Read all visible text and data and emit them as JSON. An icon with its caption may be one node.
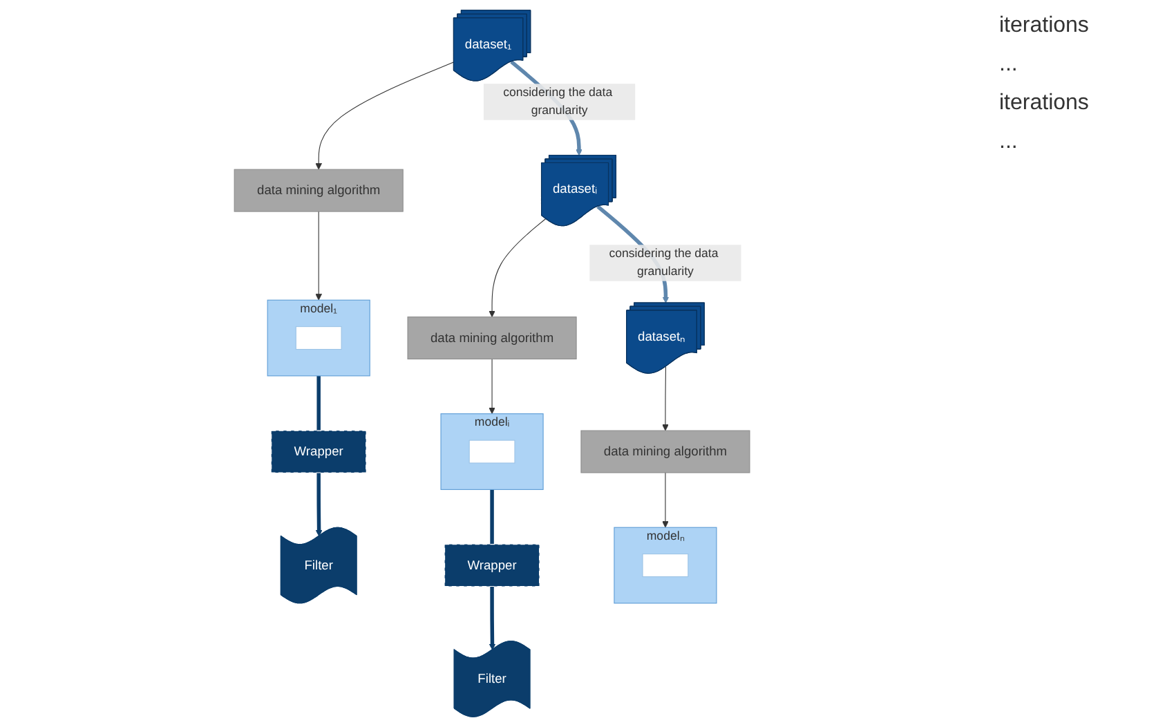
{
  "diagram": {
    "nodes": [
      {
        "text": [
          "dataset₁"
        ]
      },
      {
        "text": [
          "data mining algorithm"
        ]
      },
      {
        "text": [
          "model₁"
        ]
      },
      {
        "text": [],
        "shape": "box",
        "in": 2
      },
      {
        "text": [
          "datasetᵢ"
        ]
      },
      {
        "text": [
          "data mining algorithm"
        ]
      },
      {
        "text": [
          "modelᵢ"
        ]
      },
      {
        "text": [],
        "shape": "box",
        "in": 6
      },
      {
        "text": [
          "datasetₙ"
        ]
      },
      {
        "text": [
          "data mining algorithm"
        ]
      },
      {
        "text": [
          "modelₙ"
        ]
      },
      {
        "text": [],
        "shape": "box",
        "in": 10
      },
      {
        "text": [
          "Filter"
        ]
      },
      {
        "text": [
          "Wrapper"
        ]
      },
      {
        "text": [
          "Filter"
        ]
      },
      {
        "text": [
          "Wrapper"
        ]
      }
    ],
    "edges": [
      {
        "from": 0,
        "to": 1,
        "arrow": "to"
      },
      {
        "from": 1,
        "to": 2,
        "arrow": "to"
      },
      {
        "from": 4,
        "to": 5,
        "arrow": "to"
      },
      {
        "from": 5,
        "to": 6,
        "arrow": "to"
      },
      {
        "from": 8,
        "to": 9,
        "arrow": "to"
      },
      {
        "from": 9,
        "to": 10,
        "arrow": "to"
      },
      {
        "from": 0,
        "to": 4,
        "arrow": "to",
        "label": "considering the data granularity",
        "style": "thick",
        "color": "#5f87ad"
      },
      {
        "from": 4,
        "to": 8,
        "arrow": "to",
        "label": "considering the data granularity",
        "style": "thick",
        "color": "#5f87ad"
      },
      {
        "from": 2,
        "to": 13,
        "arrow": "none",
        "style": "thick",
        "color": "#0b3d6b"
      },
      {
        "from": 13,
        "to": 12,
        "arrow": "to",
        "style": "thick",
        "color": "#0b3d6b"
      },
      {
        "from": 6,
        "to": 15,
        "arrow": "none",
        "style": "thick",
        "color": "#0b3d6b"
      },
      {
        "from": 15,
        "to": 14,
        "arrow": "to",
        "style": "thick",
        "color": "#0b3d6b"
      }
    ],
    "labels": [
      "iterations",
      "...",
      "iterations",
      "..."
    ]
  }
}
